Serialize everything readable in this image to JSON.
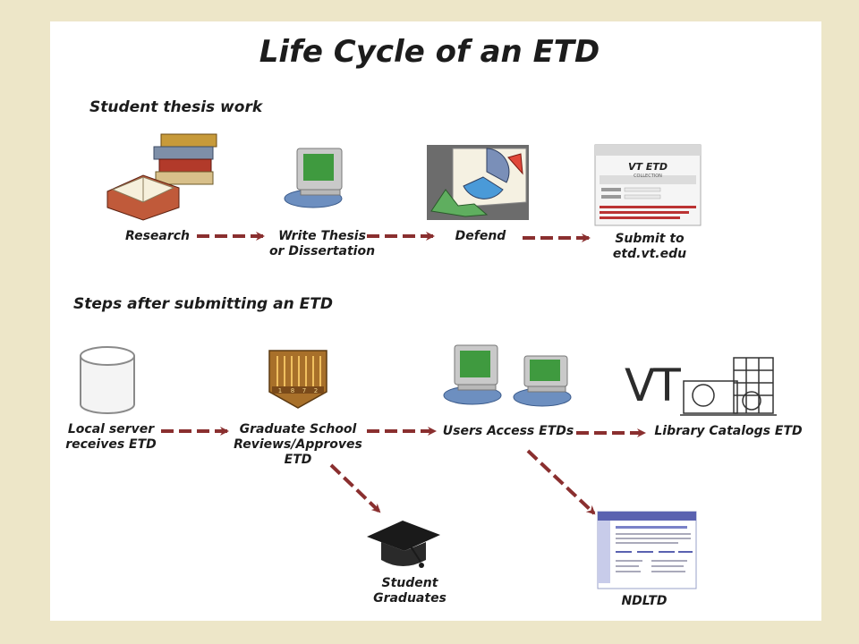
{
  "title": "Life Cycle of an ETD",
  "sections": {
    "student_work": "Student thesis work",
    "after_submit": "Steps after submitting an ETD"
  },
  "row1": {
    "research": "Research",
    "write_line1": "Write Thesis",
    "write_line2": "or Dissertation",
    "defend": "Defend",
    "submit_line1": "Submit to",
    "submit_line2": "etd.vt.edu"
  },
  "row2": {
    "server_line1": "Local server",
    "server_line2": "receives ETD",
    "grad_line1": "Graduate School",
    "grad_line2": "Reviews/Approves",
    "grad_line3": "ETD",
    "users": "Users Access ETDs",
    "library": "Library Catalogs ETD",
    "graduates_line1": "Student",
    "graduates_line2": "Graduates",
    "ndltd": "NDLTD"
  },
  "vt_etd_page": {
    "heading": "VT ETD",
    "subheading": "COLLECTION"
  },
  "shield_year": [
    "1",
    "8",
    "7",
    "2"
  ],
  "vt_logo_text": "VT",
  "colors": {
    "arrow": "#8a2f2f",
    "background": "#ede6c8",
    "card": "#ffffff"
  },
  "icons": [
    "books-icon",
    "computer-icon",
    "presentation-icon",
    "webpage-icon",
    "database-icon",
    "shield-icon",
    "mortarboard-icon",
    "vt-building-logo"
  ]
}
